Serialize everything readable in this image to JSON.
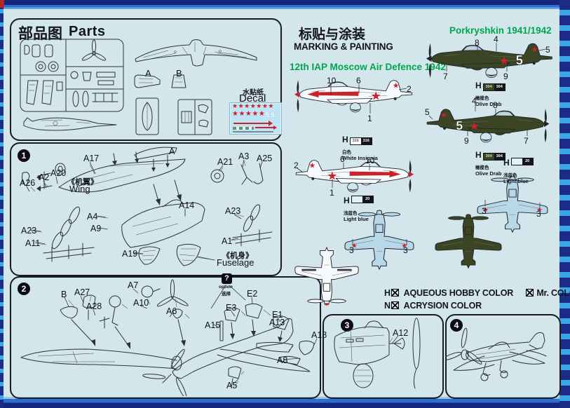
{
  "parts_panel": {
    "title_zh": "部品图",
    "title_en": "Parts",
    "sprue_a": "A",
    "sprue_b": "B",
    "decal_zh": "水贴纸",
    "decal_en": "Decal",
    "decal_stars_row1": "★★★★★★★",
    "decal_stars_row2": "★★★★★",
    "decal_numbers": "5 5"
  },
  "step1": {
    "number": "1",
    "labels": [
      "A17",
      "A2",
      "A20",
      "A26",
      "A4",
      "A9",
      "A23",
      "A11",
      "A19",
      "A",
      "A21",
      "A3",
      "A25",
      "A14",
      "A23",
      "A1"
    ],
    "wing_zh": "《机翼》",
    "wing_en": "Wing",
    "fuselage_zh": "《机身》",
    "fuselage_en": "Fuselage"
  },
  "step2": {
    "number": "2",
    "labels": [
      "B",
      "A27",
      "A28",
      "A7",
      "A10",
      "A6",
      "E3",
      "E2",
      "E1",
      "A13",
      "A15",
      "A18",
      "A8",
      "A5"
    ],
    "option_mark": "?",
    "option_en": "option",
    "option_zh": "选择"
  },
  "step3": {
    "number": "3",
    "part": "A12"
  },
  "step4": {
    "number": "4"
  },
  "marking": {
    "title_zh": "标贴与涂装",
    "title_en": "MARKING & PAINTING"
  },
  "scheme1": {
    "title": "12th IAP Moscow Air Defence 1942",
    "profile1_callouts": [
      "10",
      "6",
      "2",
      "1"
    ],
    "profile2_callouts": [
      "2",
      "6",
      "10",
      "1"
    ],
    "underside_callouts": [
      "3",
      "3"
    ]
  },
  "scheme2": {
    "title": "Porkryshkin 1941/1942",
    "profile1_callouts": [
      "8",
      "4",
      "5",
      "7",
      "9"
    ],
    "profile2_callouts": [
      "4",
      "8",
      "5",
      "9",
      "7"
    ],
    "underside_callouts": [
      "3",
      "3"
    ],
    "tactical_number": "5"
  },
  "paints": {
    "white_insignia": {
      "prefix": "H",
      "swatch": "316",
      "code": "316",
      "zh": "白色",
      "en": "White Insignia",
      "hex": "#ffffff"
    },
    "light_blue": {
      "prefix": "H",
      "swatch": "",
      "code": "20",
      "zh": "浅蓝色",
      "en": "Light blue",
      "hex": "#cfe9f4"
    },
    "olive_drab": {
      "prefix": "H",
      "swatch": "304",
      "code": "304",
      "zh": "橄榄色",
      "en": "Olive Drab",
      "hex": "#3c4523"
    }
  },
  "legend": {
    "h": "H",
    "aqueous": "AQUEOUS HOBBY COLOR",
    "mr": "Mr. COLOR",
    "n": "N",
    "acrysion": "ACRYSION COLOR"
  },
  "glyphs": {
    "star": "★"
  },
  "colors": {
    "green": "#00a550",
    "red": "#c9222b",
    "olive": "#3c4523",
    "light_blue": "#b7d8e8",
    "navy": "#16267d",
    "blue": "#2e6ecd",
    "background": "#d3e6eb"
  }
}
